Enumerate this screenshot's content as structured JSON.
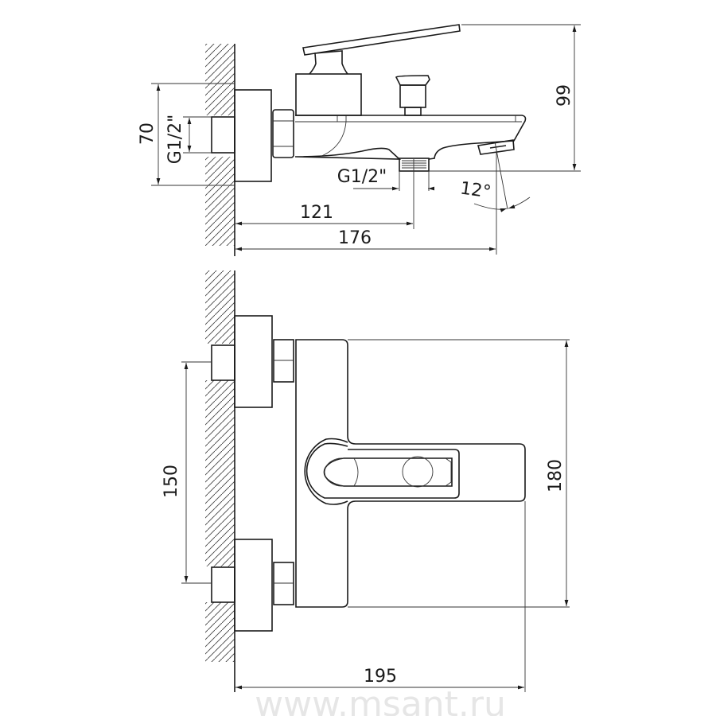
{
  "side_view": {
    "dim_height_99": "99",
    "dim_mount_70": "70",
    "dim_inlet_thread": "G1/2\"",
    "dim_outlet_thread": "G1/2\"",
    "dim_outlet_121": "121",
    "dim_spout_176": "176",
    "dim_angle": "12°"
  },
  "front_view": {
    "dim_centers_150": "150",
    "dim_height_180": "180",
    "dim_depth_195": "195"
  },
  "watermark": "www.msant.ru"
}
